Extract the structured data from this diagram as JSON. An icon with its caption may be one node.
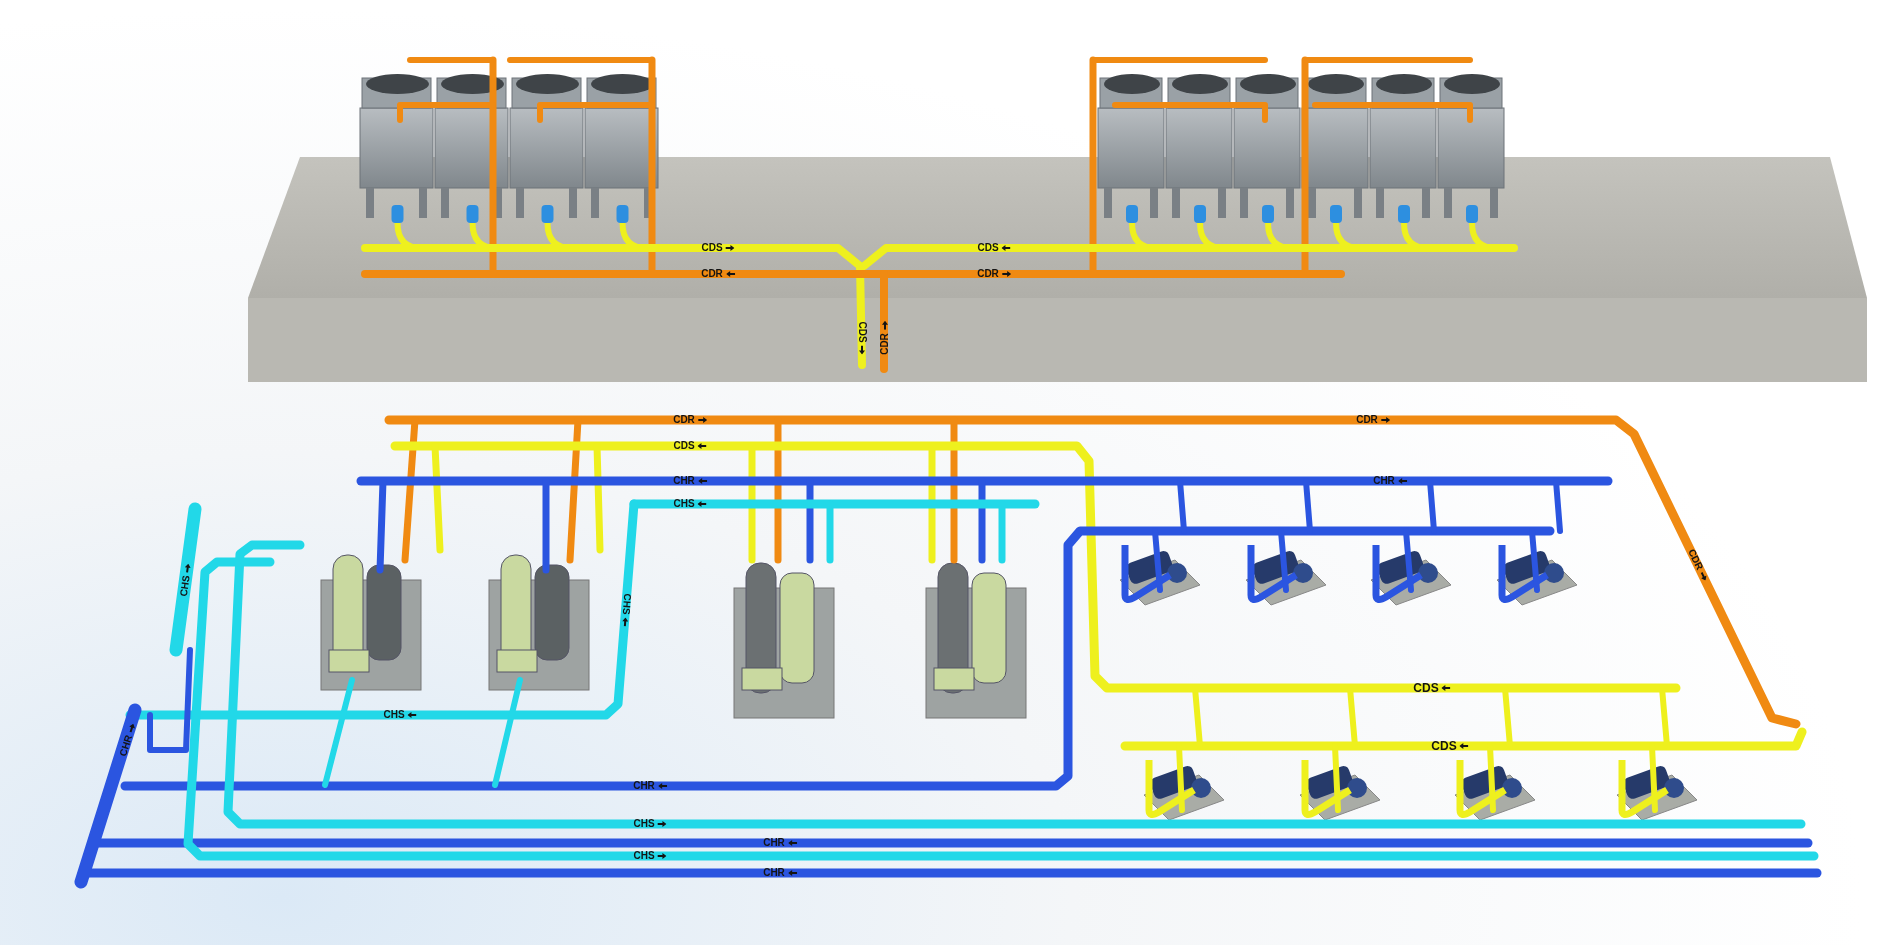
{
  "diagram": {
    "labels": [
      "CDS",
      "CDS",
      "CDR",
      "CDR",
      "CDS",
      "CDR",
      "CDR",
      "CDR",
      "CDS",
      "CHR",
      "CHR",
      "CHS",
      "CHS",
      "CHS",
      "CDR",
      "CHR",
      "CHS",
      "CDS",
      "CDS",
      "CHR",
      "CHS",
      "CHR",
      "CHS",
      "CHR"
    ]
  }
}
